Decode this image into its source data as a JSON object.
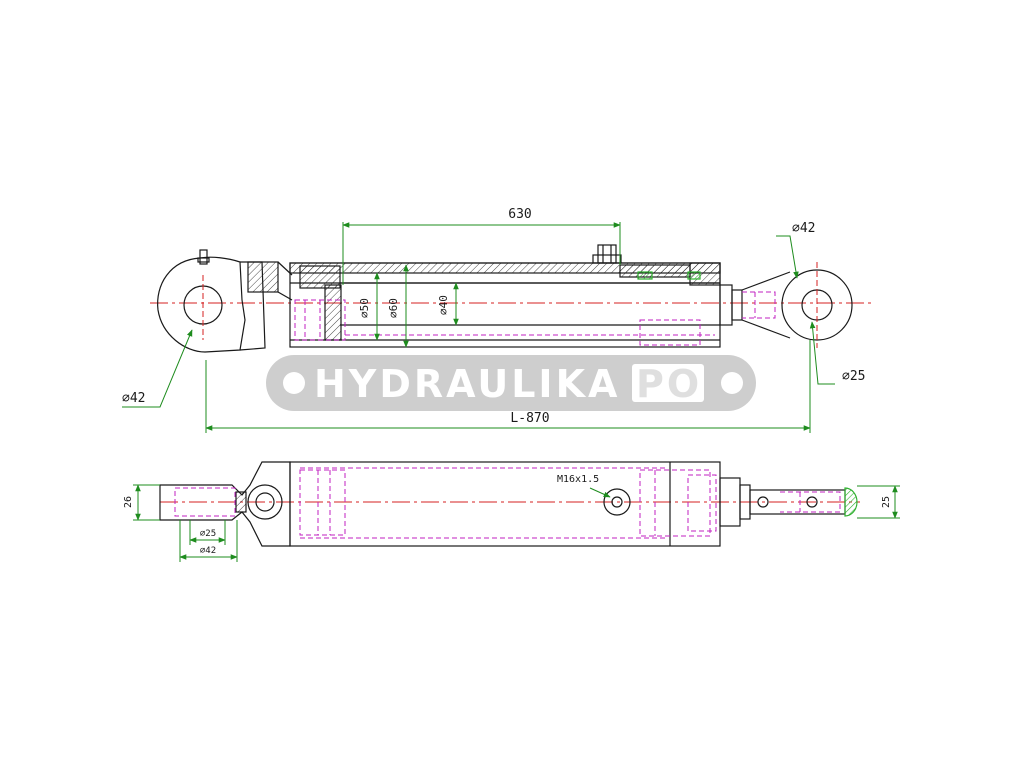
{
  "dimensions": {
    "stroke": "630",
    "bore": "⌀50",
    "tube": "⌀60",
    "rod": "⌀40",
    "eye_outer_right": "⌀42",
    "eye_outer_left": "⌀42",
    "pin_right": "⌀25",
    "length": "L-870",
    "eye_width": "26",
    "pin_bottom": "⌀25",
    "eye_bottom": "⌀42",
    "port": "M16x1.5",
    "rod_eye_width": "25"
  },
  "watermark": {
    "text": "HYDRAULIKA",
    "suffix": "PO"
  },
  "colors": {
    "outline": "#1a1a1a",
    "dimension": "#1e8c1e",
    "center_line": "#d42020",
    "hidden": "#c020c0",
    "seal": "#30b030",
    "watermark": "#c4c4c4"
  }
}
